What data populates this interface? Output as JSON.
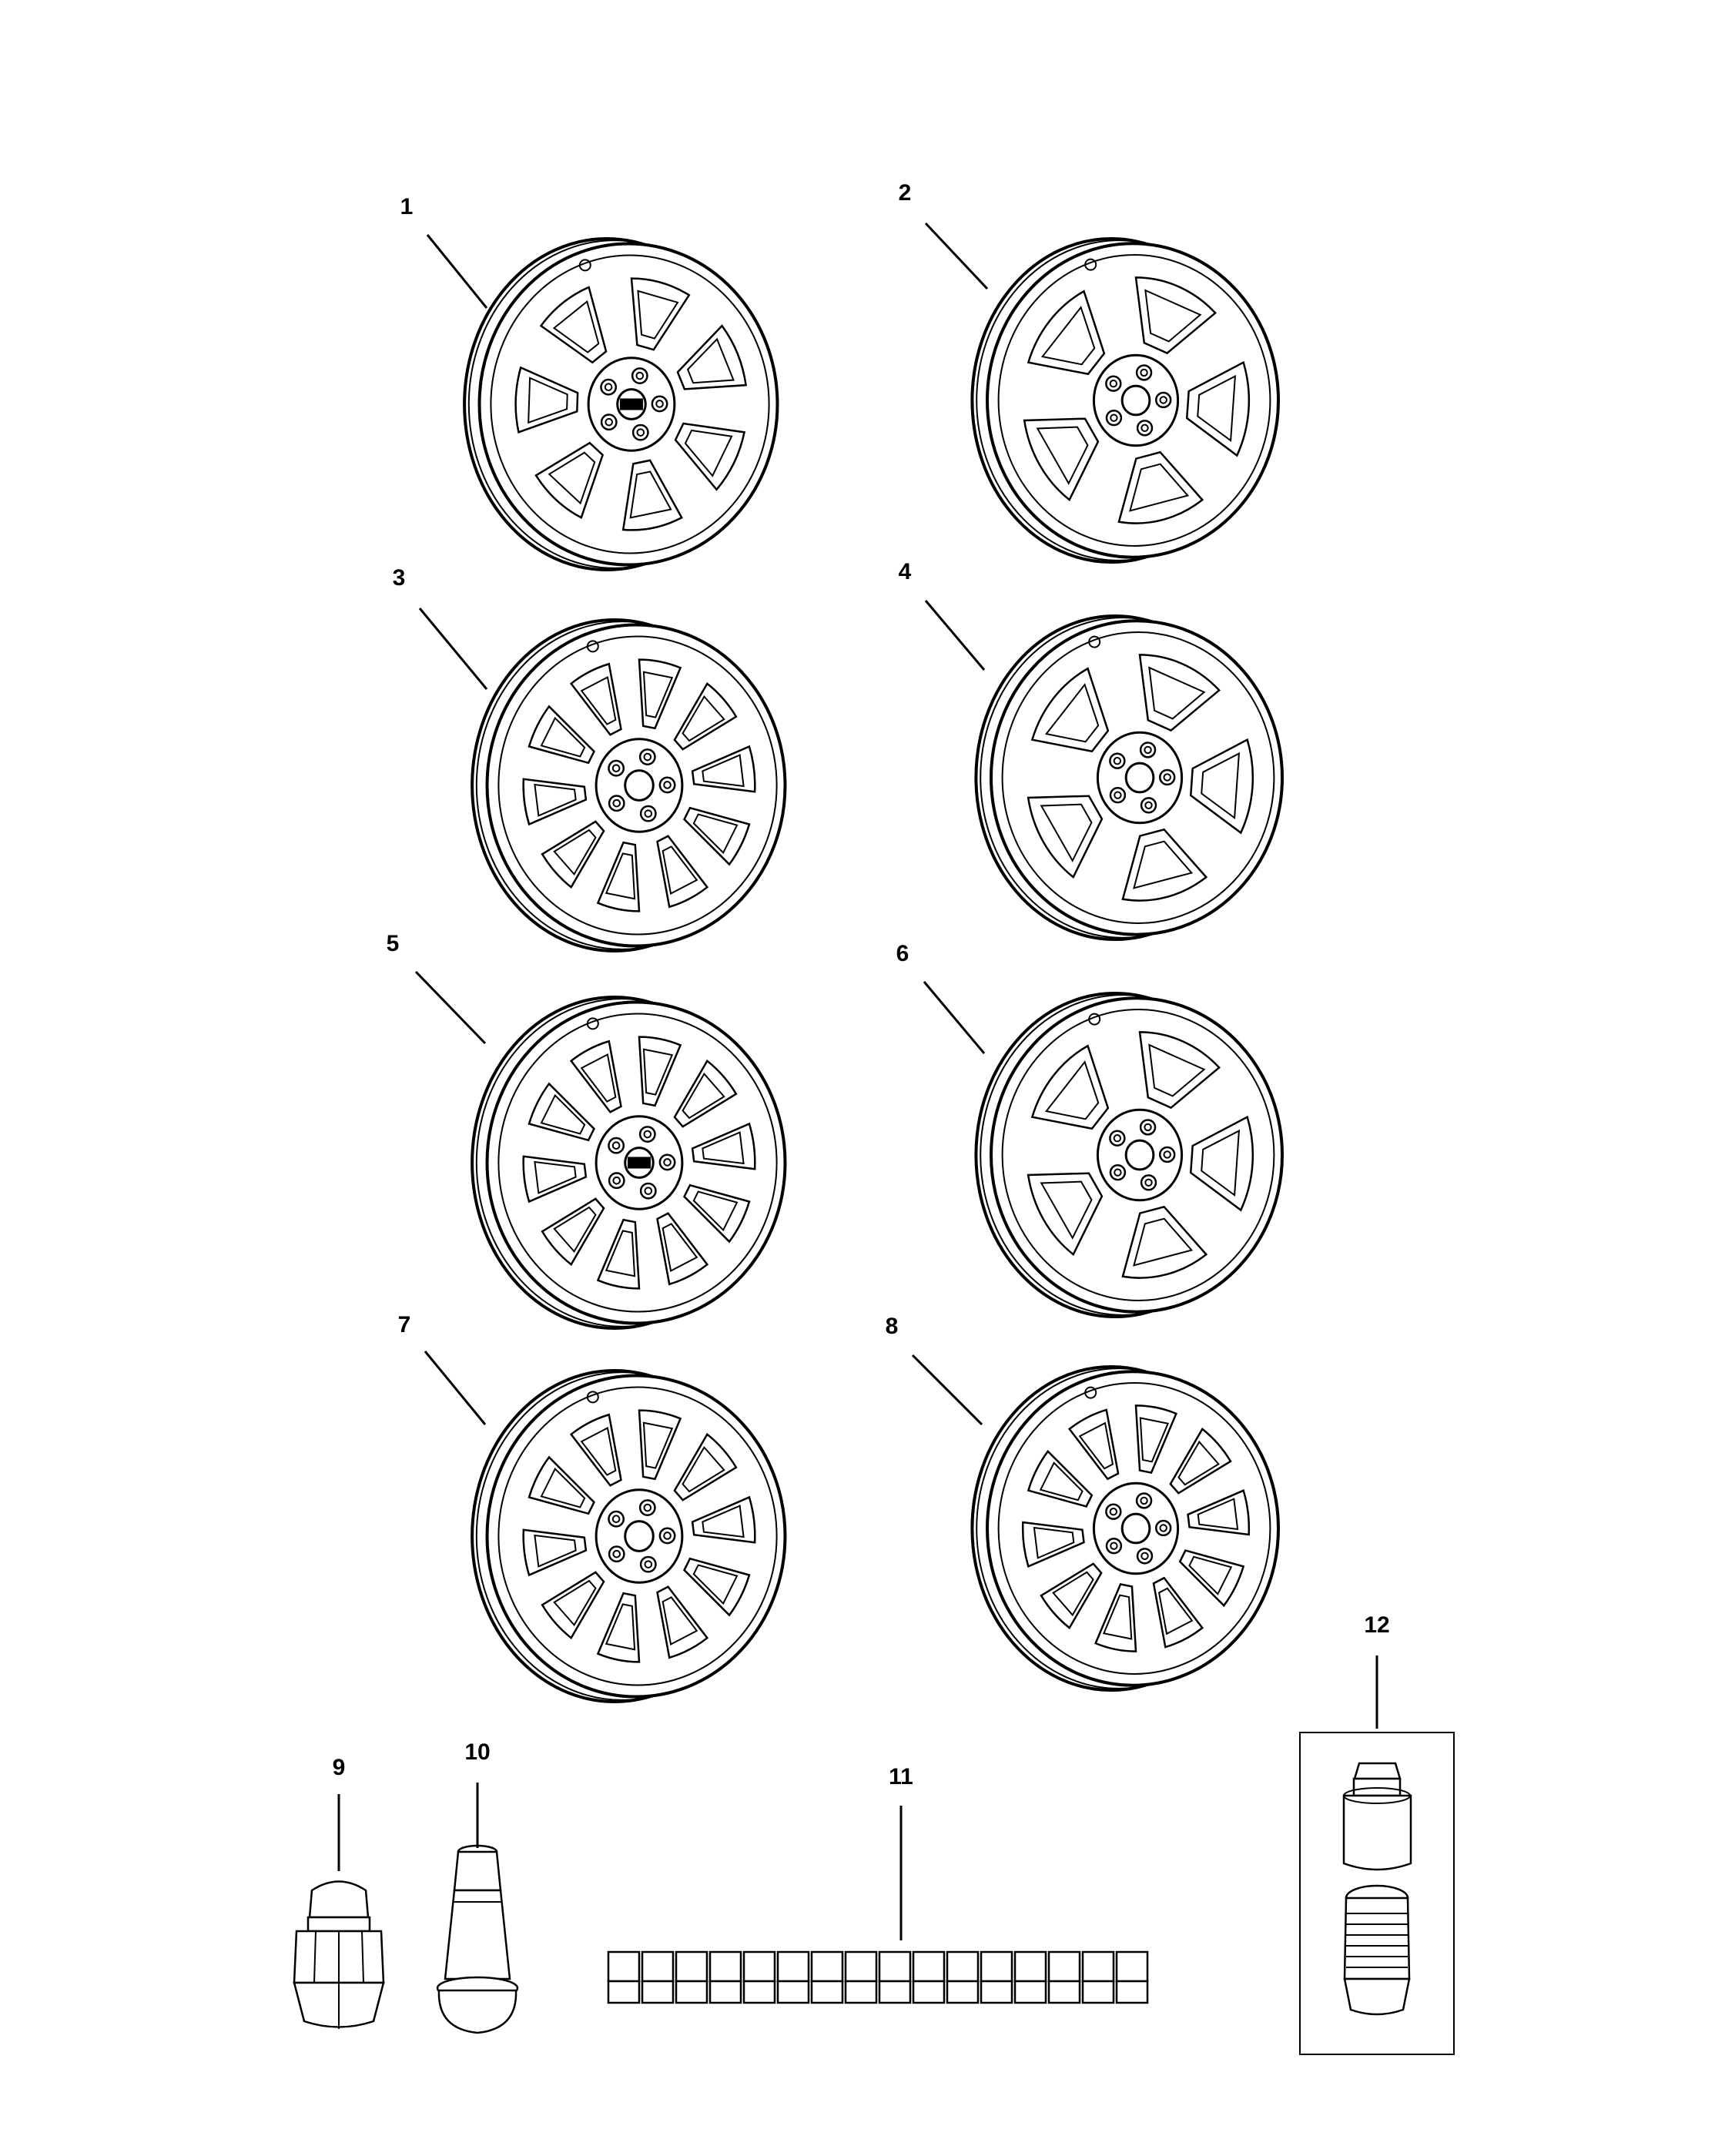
{
  "diagram": {
    "callouts": [
      {
        "id": 1,
        "label": "1",
        "kind": "wheel",
        "windows": 7,
        "logo": "Jeep"
      },
      {
        "id": 2,
        "label": "2",
        "kind": "wheel",
        "windows": 5,
        "logo": ""
      },
      {
        "id": 3,
        "label": "3",
        "kind": "wheel",
        "windows": 10,
        "logo": ""
      },
      {
        "id": 4,
        "label": "4",
        "kind": "wheel",
        "windows": 5,
        "logo": ""
      },
      {
        "id": 5,
        "label": "5",
        "kind": "wheel",
        "windows": 10,
        "logo": "Jeep"
      },
      {
        "id": 6,
        "label": "6",
        "kind": "wheel",
        "windows": 5,
        "logo": ""
      },
      {
        "id": 7,
        "label": "7",
        "kind": "wheel",
        "windows": 10,
        "logo": ""
      },
      {
        "id": 8,
        "label": "8",
        "kind": "wheel",
        "windows": 10,
        "logo": ""
      },
      {
        "id": 9,
        "label": "9",
        "kind": "lug-nut"
      },
      {
        "id": 10,
        "label": "10",
        "kind": "valve-stem"
      },
      {
        "id": 11,
        "label": "11",
        "kind": "balance-weight-strip",
        "segments": 16
      },
      {
        "id": 12,
        "label": "12",
        "kind": "wheel-lock-set",
        "boxed": true
      }
    ]
  }
}
